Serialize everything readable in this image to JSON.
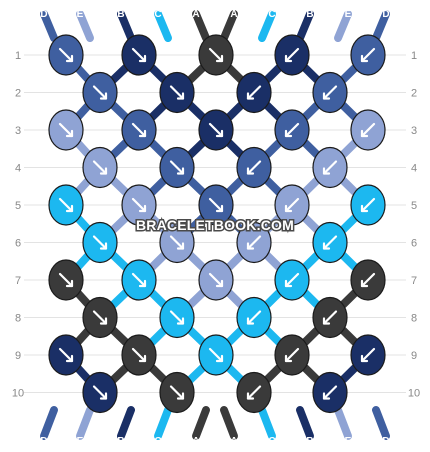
{
  "colors": {
    "A": "#3a3a3a",
    "B": "#1a2f66",
    "C": "#1cb8f0",
    "D": "#3f5fa0",
    "E": "#8fa3d4"
  },
  "row_labels": [
    "1",
    "2",
    "3",
    "4",
    "5",
    "6",
    "7",
    "8",
    "9",
    "10"
  ],
  "top_strings": [
    "D",
    "E",
    "B",
    "C",
    "A",
    "A",
    "C",
    "B",
    "E",
    "D"
  ],
  "bottom_strings": [
    "D",
    "E",
    "B",
    "C",
    "A",
    "A",
    "C",
    "B",
    "E",
    "D"
  ],
  "watermark": "BRACELETBOOK.COM",
  "knots": [
    [
      {
        "color": "D",
        "dir": "se"
      },
      {
        "color": "B",
        "dir": "se"
      },
      {
        "color": "A",
        "dir": "se"
      },
      {
        "color": "B",
        "dir": "sw"
      },
      {
        "color": "D",
        "dir": "sw"
      }
    ],
    [
      {
        "color": "D",
        "dir": "se"
      },
      {
        "color": "B",
        "dir": "se"
      },
      {
        "color": "B",
        "dir": "sw"
      },
      {
        "color": "D",
        "dir": "sw"
      }
    ],
    [
      {
        "color": "E",
        "dir": "se"
      },
      {
        "color": "D",
        "dir": "se"
      },
      {
        "color": "B",
        "dir": "se"
      },
      {
        "color": "D",
        "dir": "sw"
      },
      {
        "color": "E",
        "dir": "sw"
      }
    ],
    [
      {
        "color": "E",
        "dir": "se"
      },
      {
        "color": "D",
        "dir": "se"
      },
      {
        "color": "D",
        "dir": "sw"
      },
      {
        "color": "E",
        "dir": "sw"
      }
    ],
    [
      {
        "color": "C",
        "dir": "se"
      },
      {
        "color": "E",
        "dir": "se"
      },
      {
        "color": "D",
        "dir": "se"
      },
      {
        "color": "E",
        "dir": "sw"
      },
      {
        "color": "C",
        "dir": "sw"
      }
    ],
    [
      {
        "color": "C",
        "dir": "se"
      },
      {
        "color": "E",
        "dir": "se"
      },
      {
        "color": "E",
        "dir": "sw"
      },
      {
        "color": "C",
        "dir": "sw"
      }
    ],
    [
      {
        "color": "A",
        "dir": "se"
      },
      {
        "color": "C",
        "dir": "se"
      },
      {
        "color": "E",
        "dir": "se"
      },
      {
        "color": "C",
        "dir": "sw"
      },
      {
        "color": "A",
        "dir": "sw"
      }
    ],
    [
      {
        "color": "A",
        "dir": "se"
      },
      {
        "color": "C",
        "dir": "se"
      },
      {
        "color": "C",
        "dir": "sw"
      },
      {
        "color": "A",
        "dir": "sw"
      }
    ],
    [
      {
        "color": "B",
        "dir": "se"
      },
      {
        "color": "A",
        "dir": "se"
      },
      {
        "color": "C",
        "dir": "se"
      },
      {
        "color": "A",
        "dir": "sw"
      },
      {
        "color": "B",
        "dir": "sw"
      }
    ],
    [
      {
        "color": "B",
        "dir": "se"
      },
      {
        "color": "A",
        "dir": "se"
      },
      {
        "color": "A",
        "dir": "sw"
      },
      {
        "color": "B",
        "dir": "sw"
      }
    ]
  ]
}
